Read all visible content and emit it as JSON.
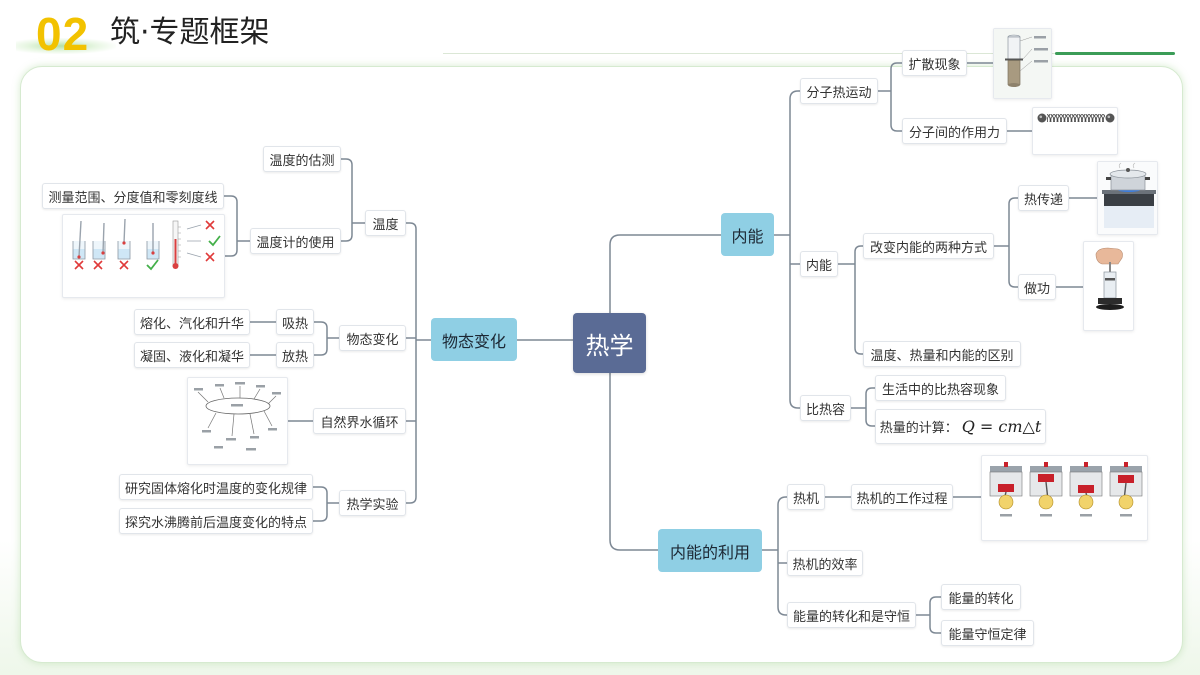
{
  "header": {
    "number": "02",
    "title": "筑·专题框架"
  },
  "mindmap": {
    "root": "热学",
    "state_change_branch": {
      "label": "物态变化",
      "temperature": {
        "label": "温度",
        "estimation": "温度的估测",
        "thermometer_use": {
          "label": "温度计的使用",
          "points": "测量范围、分度值和零刻度线"
        }
      },
      "phase_change": {
        "label": "物态变化",
        "absorb": {
          "label": "吸热",
          "processes": "熔化、汽化和升华"
        },
        "release": {
          "label": "放热",
          "processes": "凝固、液化和凝华"
        }
      },
      "water_cycle": {
        "label": "自然界水循环"
      },
      "experiments": {
        "label": "热学实验",
        "items": [
          "研究固体熔化时温度的变化规律",
          "探究水沸腾前后温度变化的特点"
        ]
      }
    },
    "internal_energy_branch": {
      "label": "内能",
      "molecular_motion": {
        "label": "分子热运动",
        "diffusion": "扩散现象",
        "intermolecular_force": "分子间的作用力"
      },
      "internal_energy": {
        "label": "内能",
        "ways": {
          "label": "改变内能的两种方式",
          "heat_transfer": "热传递",
          "work": "做功"
        },
        "distinction": "温度、热量和内能的区别"
      },
      "specific_heat": {
        "label": "比热容",
        "phenomena": "生活中的比热容现象",
        "calculation": {
          "label": "热量的计算：",
          "formula": "Q = cm△t"
        }
      }
    },
    "utilization_branch": {
      "label": "内能的利用",
      "heat_engine": {
        "label": "热机",
        "process": "热机的工作过程"
      },
      "efficiency": "热机的效率",
      "energy": {
        "label": "能量的转化和是守恒",
        "conversion": "能量的转化",
        "conservation": "能量守恒定律"
      }
    }
  },
  "illustrations": {
    "thermometer_use": "thermometer-usage-illustration",
    "water_cycle": "water-cycle-illustration",
    "diffusion": "diffusion-jar-illustration",
    "intermolecular_force": "spring-molecules-illustration",
    "heat_transfer": "pot-on-stove-illustration",
    "work": "fire-syringe-illustration",
    "engine_process": "four-stroke-engine-illustration"
  },
  "colors": {
    "root": "#5a6b95",
    "branch": "#8fcfe4",
    "number": "#f2c200",
    "accent": "#3b9c57",
    "connector": "#7d8894",
    "cross": "#e03a3a",
    "check": "#44b04a"
  }
}
